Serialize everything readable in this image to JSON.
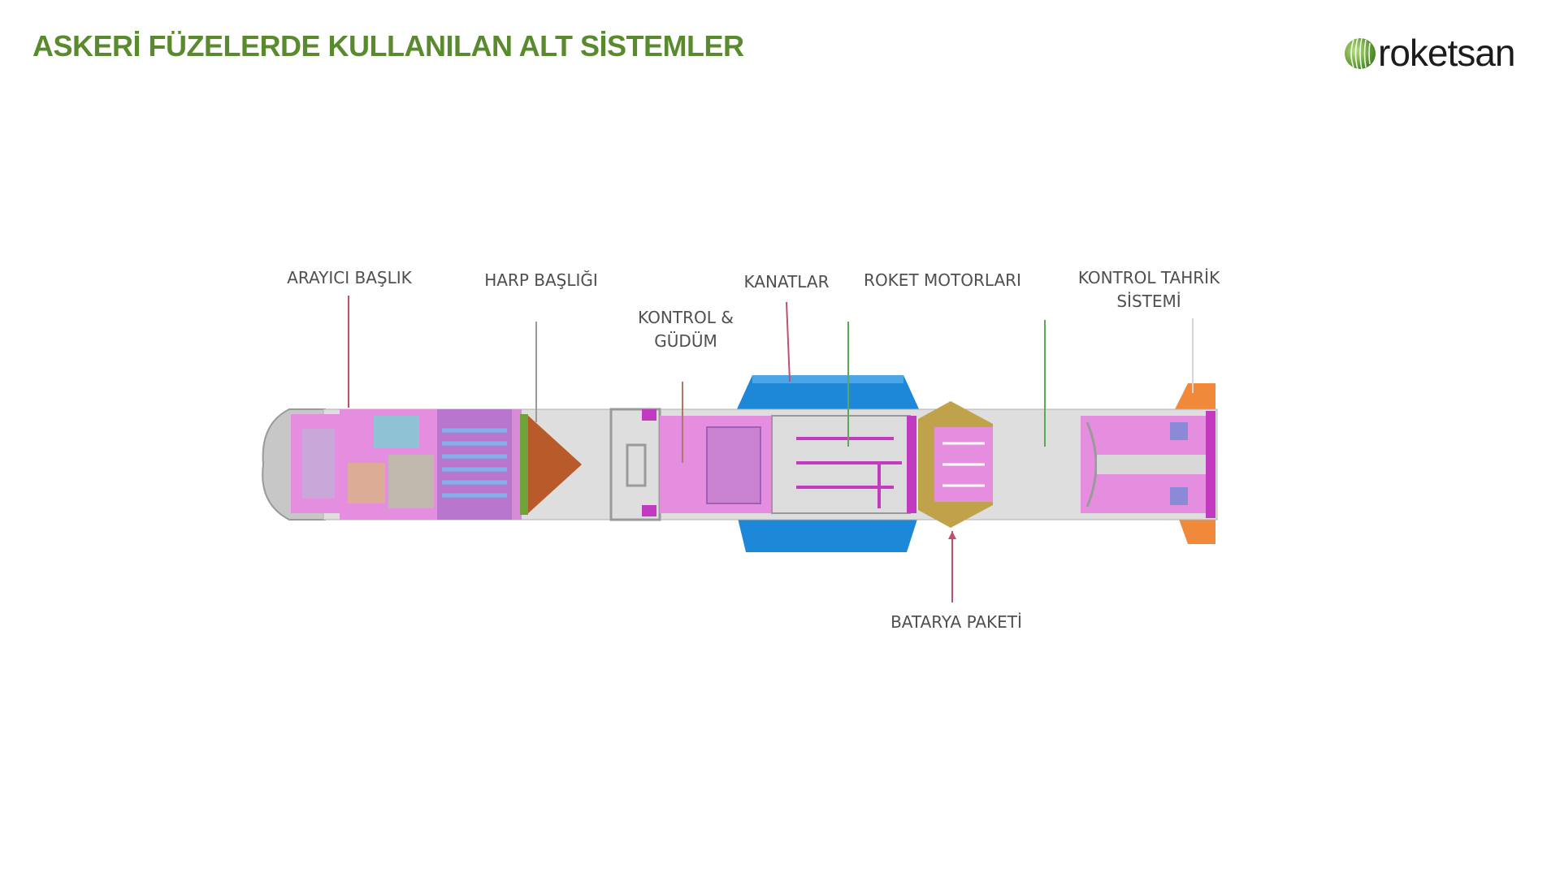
{
  "title": "ASKERİ FÜZELERDE KULLANILAN ALT SİSTEMLER",
  "logo": {
    "text": "roketsan",
    "mark_color": "#5a9a2a"
  },
  "colors": {
    "title": "#5a8a2e",
    "label": "#4f4f4f",
    "wing_blue": "#1e88d8",
    "body_gray": "#dedede",
    "component_pink": "#e58ee0",
    "component_magenta": "#c23ac0",
    "warhead_brown": "#b85a2a",
    "fin_orange": "#f08a3a"
  },
  "labels": {
    "seeker": "ARAYICI BAŞLIK",
    "warhead": "HARP BAŞLIĞI",
    "control": "KONTROL &\nGÜDÜM",
    "wings": "KANATLAR",
    "motors": "ROKET MOTORLARI",
    "actuation": "KONTROL TAHRİK\nSİSTEMİ",
    "battery": "BATARYA PAKETİ"
  }
}
